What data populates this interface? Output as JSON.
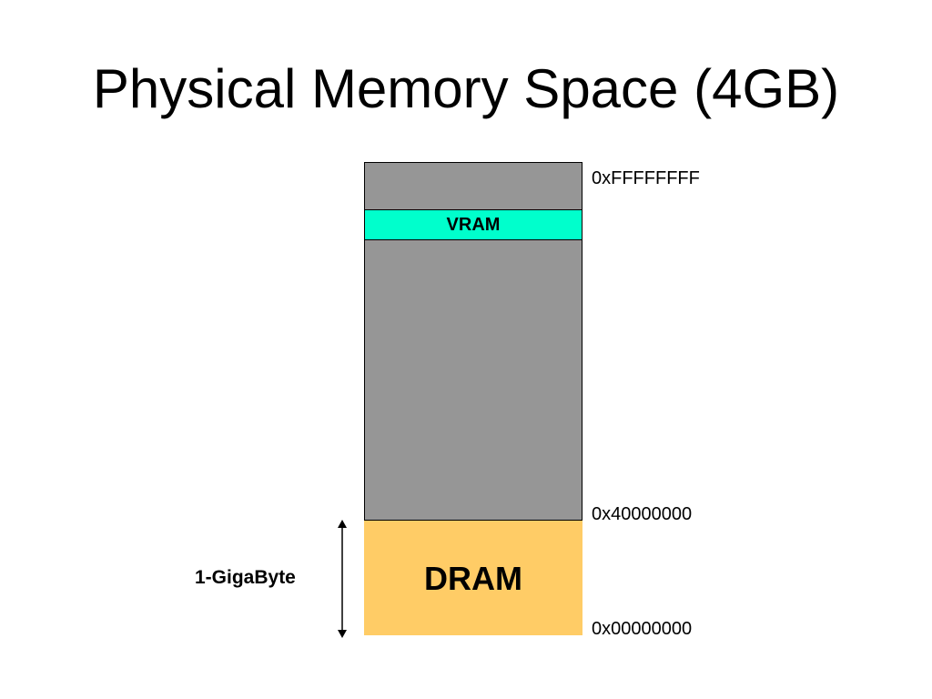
{
  "slide": {
    "title": "Physical Memory Space (4GB)"
  },
  "memory_map": {
    "regions": {
      "vram": "VRAM",
      "dram": "DRAM"
    },
    "addresses": {
      "top": "0xFFFFFFFF",
      "dram_end": "0x40000000",
      "bottom": "0x00000000"
    },
    "dram_size_label": "1-GigaByte",
    "colors": {
      "unmapped": "#969696",
      "vram": "#00ffcc",
      "dram": "#ffcc66"
    },
    "icons": {
      "size_indicator": "double-headed-vertical-arrow-icon"
    }
  }
}
